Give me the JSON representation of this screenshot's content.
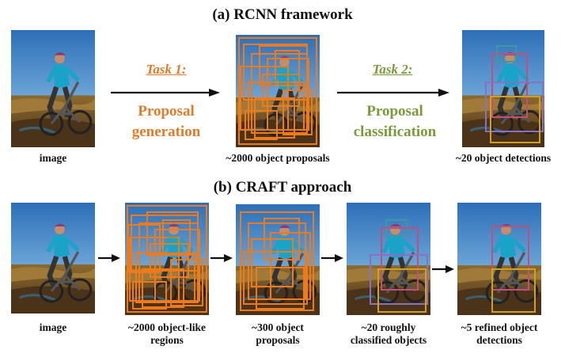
{
  "section_a": {
    "title": "(a) RCNN framework",
    "task1": {
      "title": "Task 1:",
      "line1": "Proposal",
      "line2": "generation"
    },
    "task2": {
      "title": "Task 2:",
      "line1": "Proposal",
      "line2": "classification"
    },
    "captions": [
      "image",
      "~2000 object proposals",
      "~20 object detections"
    ]
  },
  "section_b": {
    "title": "(b) CRAFT approach",
    "captions": [
      {
        "line1": "image",
        "line2": ""
      },
      {
        "line1": "~2000 object-like",
        "line2": "regions"
      },
      {
        "line1": "~300 object",
        "line2": "proposals"
      },
      {
        "line1": "~20 roughly",
        "line2": "classified objects"
      },
      {
        "line1": "~5 refined object",
        "line2": "detections"
      }
    ]
  },
  "colors": {
    "task1": "#e07b28",
    "task2": "#7a9a3a",
    "proposal_box": "#ee7a1c",
    "det_person": "#c0507a",
    "det_bike": "#d0a020",
    "det_head": "#3a9aa0",
    "det_extra": "#8a70c0"
  }
}
